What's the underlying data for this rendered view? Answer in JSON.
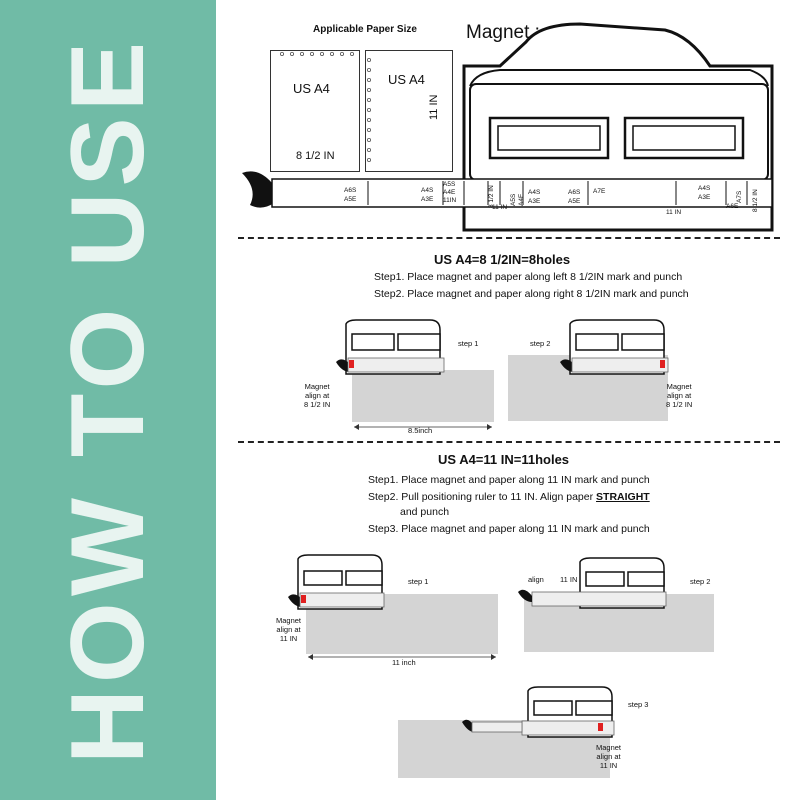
{
  "sidebar": {
    "title": "HOW TO USE"
  },
  "top": {
    "applicable_label": "Applicable Paper Size",
    "paper1": {
      "title": "US A4",
      "size": "8 1/2 IN"
    },
    "paper2": {
      "title": "US A4",
      "size": "11 IN"
    },
    "magnet_label": "Magnet :",
    "ruler_marks": [
      {
        "a": "A6S",
        "b": "A5E"
      },
      {
        "a": "A4S",
        "b": "A3E"
      },
      {
        "a": "A5S",
        "b": "A4E"
      },
      {
        "a": "11IN",
        "b": ""
      },
      {
        "a": "8 1/2 IN",
        "b": ""
      },
      {
        "a": "A5S",
        "b": "A4E"
      },
      {
        "a": "A4S",
        "b": "A3E"
      },
      {
        "a": "A6S",
        "b": "A5E"
      },
      {
        "a": "A7E",
        "b": ""
      },
      {
        "a": "11 IN",
        "b": ""
      },
      {
        "a": "A4S",
        "b": "A3E"
      },
      {
        "a": "A7S",
        "b": "A6E"
      },
      {
        "a": "8 1/2 IN",
        "b": ""
      }
    ],
    "ruler_11in_left": "11 IN"
  },
  "section1": {
    "title": "US A4=8 1/2IN=8holes",
    "step1": "Step1. Place magnet and paper along left 8 1/2IN mark and punch",
    "step2": "Step2. Place magnet and paper along right 8 1/2IN mark and punch",
    "fig1_label": "step 1",
    "fig2_label": "step 2",
    "magnet_note_line1": "Magnet",
    "magnet_note_line2": "align at",
    "magnet_note_line3": "8 1/2 IN",
    "width_label": "8.5inch"
  },
  "section2": {
    "title": "US A4=11 IN=11holes",
    "step1": "Step1. Place magnet and paper along 11 IN mark and punch",
    "step2_prefix": "Step2. Pull positioning ruler to 11 IN. Align paper",
    "step2_strong": "STRAIGHT",
    "step2_suffix": "and punch",
    "step3": "Step3. Place magnet and paper along 11 IN mark and punch",
    "fig1_label": "step 1",
    "fig2_label": "step 2",
    "fig3_label": "step 3",
    "align_label": "align",
    "in11_label": "11 IN",
    "magnet_note_line1": "Magnet",
    "magnet_note_line2": "align at",
    "magnet_note_line3": "11 IN",
    "width_label": "11 inch"
  },
  "colors": {
    "sidebar": "#70bba6",
    "magnet": "#e02020",
    "paper": "#d4d4d4"
  }
}
